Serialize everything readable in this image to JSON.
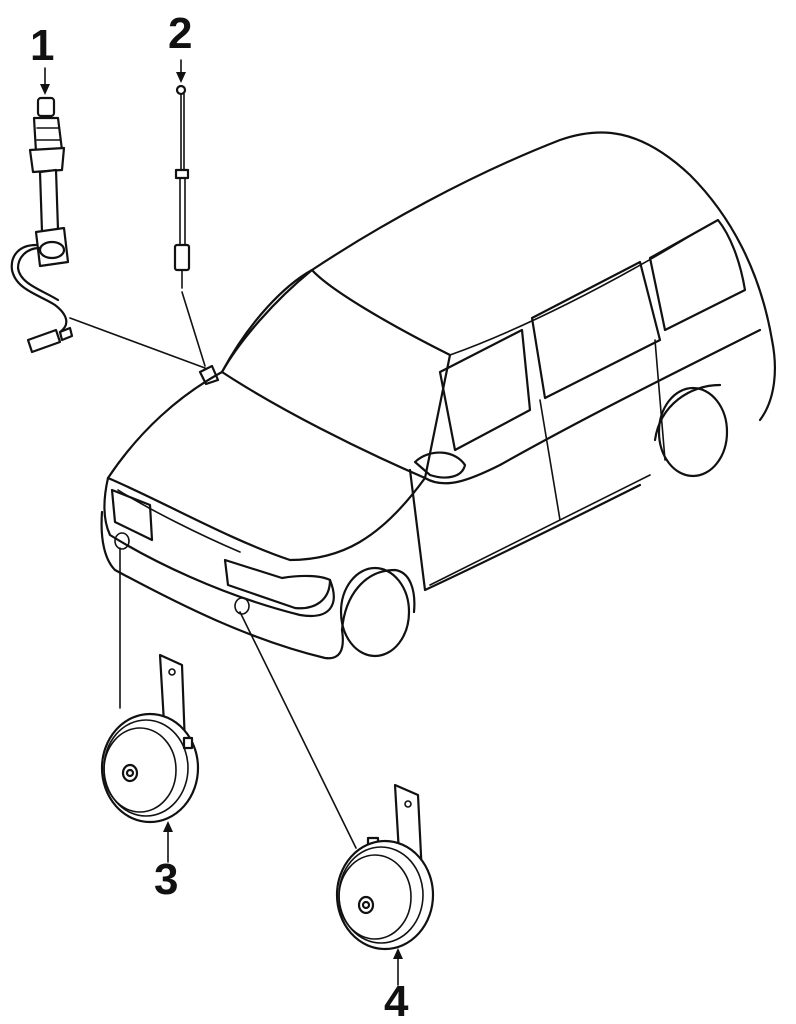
{
  "callouts": {
    "c1": "1",
    "c2": "2",
    "c3": "3",
    "c4": "4"
  },
  "icons": {
    "antenna_mast": "antenna-mast-icon",
    "antenna_cable": "antenna-cable-icon",
    "horn": "horn-icon",
    "vehicle": "minivan-outline"
  },
  "colors": {
    "line": "#111111",
    "background": "#ffffff"
  }
}
